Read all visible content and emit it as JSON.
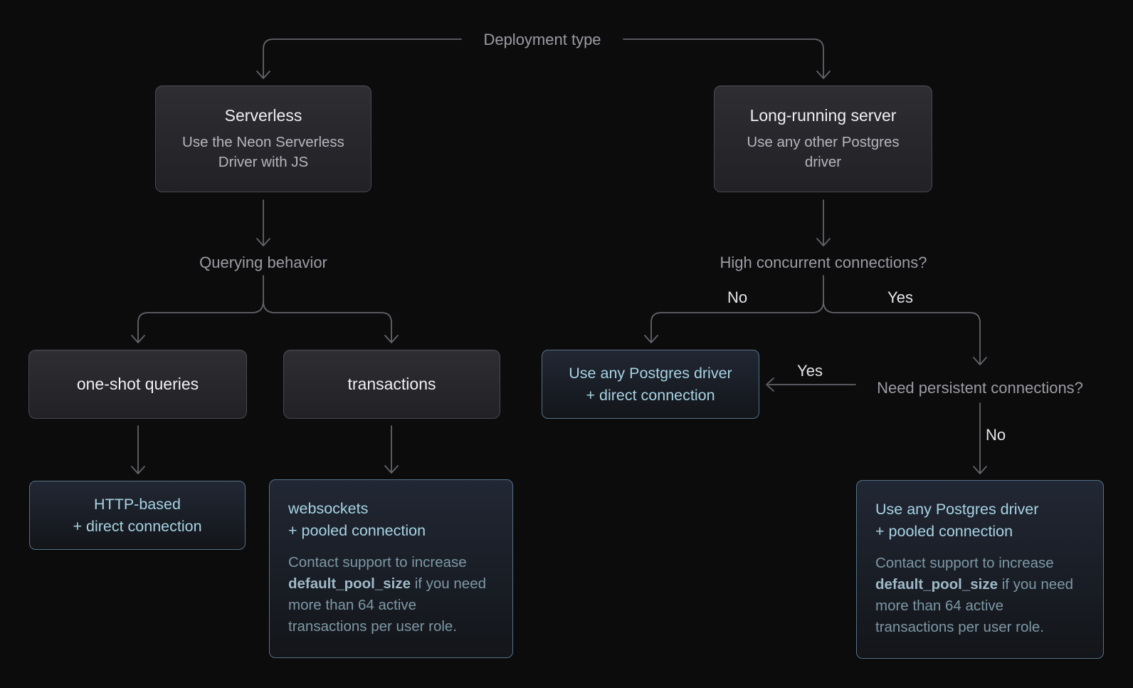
{
  "colors": {
    "background": "#0c0c0d",
    "connector": "#63636a",
    "label_text": "#9b9ba3",
    "branch_label_text": "#e6e6ea",
    "decision_box_border": "#48484e",
    "decision_box_bg_top": "#2e2e32",
    "decision_box_bg_bottom": "#222226",
    "decision_title": "#f0f0f3",
    "decision_subtitle": "#b5b5bc",
    "result_box_border": "#557287",
    "result_box_bg_top": "#212734",
    "result_box_bg_bottom": "#131519",
    "result_title": "#a7d3e3",
    "result_note": "#7d98a6",
    "result_note_bold": "#9fbac8"
  },
  "root": {
    "label": "Deployment type"
  },
  "questions": {
    "querying_behavior": "Querying behavior",
    "high_concurrent": "High concurrent connections?",
    "need_persistent": "Need persistent connections?"
  },
  "edge_labels": {
    "hc_no": "No",
    "hc_yes": "Yes",
    "np_yes": "Yes",
    "np_no": "No"
  },
  "boxes": {
    "serverless": {
      "title": "Serverless",
      "subtitle": "Use the Neon Serverless Driver with JS"
    },
    "long_running": {
      "title": "Long-running server",
      "subtitle": "Use any other Postgres driver"
    },
    "one_shot": {
      "label": "one-shot queries"
    },
    "transactions": {
      "label": "transactions"
    },
    "http_direct": {
      "line1": "HTTP-based",
      "line2": "+ direct connection"
    },
    "websockets_pooled": {
      "line1": "websockets",
      "line2": "+ pooled connection",
      "note_pre": "Contact support to increase ",
      "note_bold": "default_pool_size",
      "note_post": " if you need more than 64 active transactions per user role."
    },
    "any_direct": {
      "line1": "Use any Postgres driver",
      "line2": "+ direct connection"
    },
    "any_pooled": {
      "line1": "Use any Postgres driver",
      "line2": "+ pooled connection",
      "note_pre": "Contact support to increase ",
      "note_bold": "default_pool_size",
      "note_post": " if you need more than 64 active transactions per user role."
    }
  }
}
